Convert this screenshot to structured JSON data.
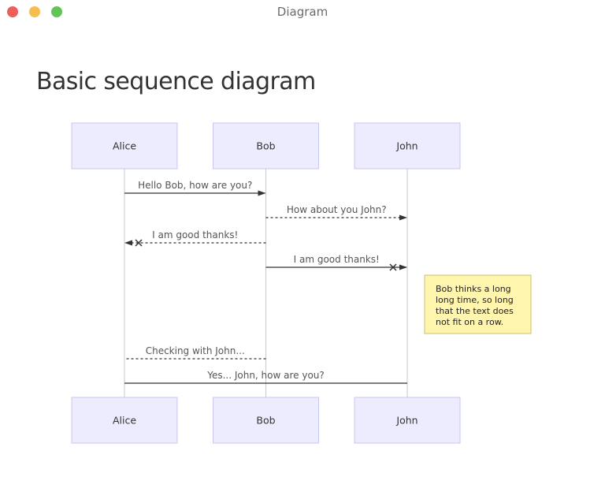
{
  "window": {
    "title": "Diagram",
    "controls": {
      "close_color": "#ee5f59",
      "minimize_color": "#f6be4f",
      "maximize_color": "#61c454"
    }
  },
  "page": {
    "title": "Basic sequence diagram"
  },
  "colors": {
    "actor_fill": "#ececfe",
    "actor_stroke": "#c9c9ef",
    "lifeline": "#c9c9c9",
    "message_line": "#333333",
    "note_fill": "#fff5ad",
    "note_stroke": "#c8c07a"
  },
  "diagram": {
    "actors": [
      "Alice",
      "Bob",
      "John"
    ],
    "messages": [
      {
        "from": "Alice",
        "to": "Bob",
        "text": "Hello Bob, how are you?",
        "line": "solid",
        "arrow": "filled"
      },
      {
        "from": "Bob",
        "to": "John",
        "text": "How about you John?",
        "line": "dotted",
        "arrow": "filled"
      },
      {
        "from": "Bob",
        "to": "Alice",
        "text": "I am good thanks!",
        "line": "dotted",
        "arrow": "cross"
      },
      {
        "from": "Bob",
        "to": "John",
        "text": "I am good thanks!",
        "line": "solid",
        "arrow": "cross"
      },
      {
        "from": "Bob",
        "to": "Alice",
        "text": "Checking with John...",
        "line": "dotted",
        "arrow": "open"
      },
      {
        "from": "Alice",
        "to": "John",
        "text": "Yes... John, how are you?",
        "line": "solid",
        "arrow": "open"
      }
    ],
    "note": {
      "position": "right of John",
      "lines": [
        "Bob thinks a long",
        "long time, so long",
        "that the text does",
        "not fit on a row."
      ]
    }
  }
}
